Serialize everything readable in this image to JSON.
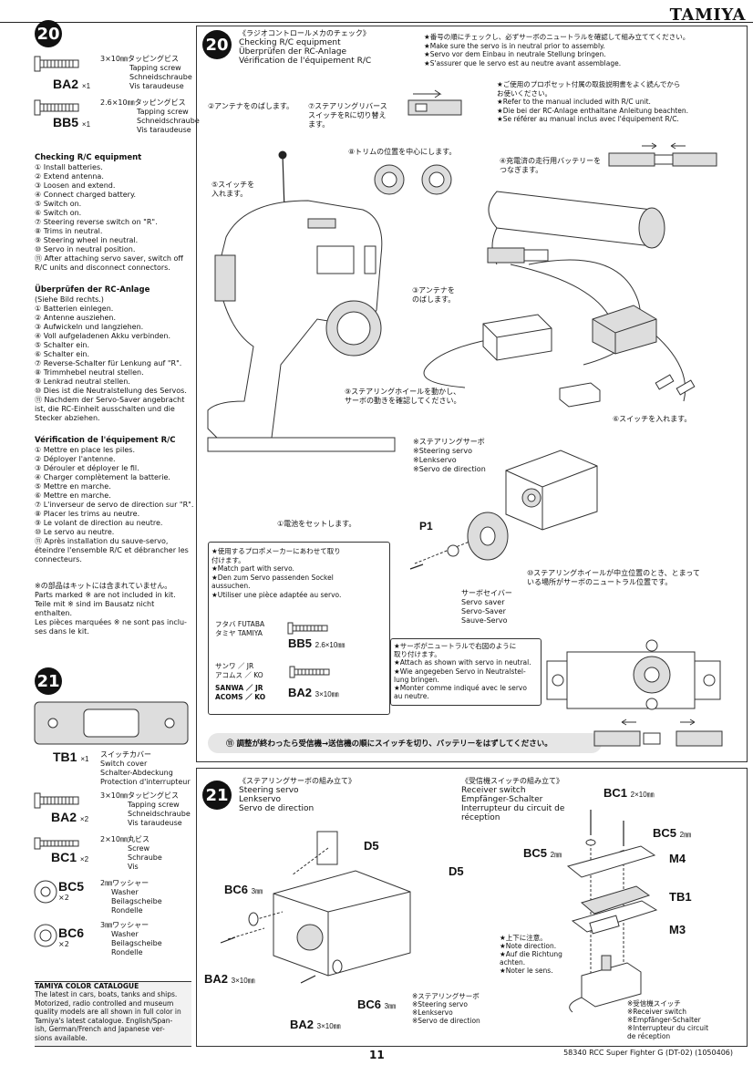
{
  "brand": "TAMIYA",
  "left": {
    "step20": {
      "number": "20",
      "ba2": {
        "spec_jp": "3×10㎜タッピングビス",
        "spec_en": "Tapping screw",
        "spec_de": "Schneidschraube",
        "spec_fr": "Vis taraudeuse",
        "code": "BA2",
        "qty": "×1"
      },
      "bb5": {
        "spec_jp": "2.6×10㎜タッピングビス",
        "spec_en": "Tapping screw",
        "spec_de": "Schneidschraube",
        "spec_fr": "Vis taraudeuse",
        "code": "BB5",
        "qty": "×1"
      },
      "en_title": "Checking R/C equipment",
      "en_steps": [
        "① Install batteries.",
        "② Extend antenna.",
        "③ Loosen and extend.",
        "④ Connect charged battery.",
        "⑤ Switch on.",
        "⑥ Switch on.",
        "⑦ Steering reverse switch on \"R\".",
        "⑧ Trims in neutral.",
        "⑨ Steering wheel in neutral.",
        "⑩ Servo in neutral position.",
        "⑪ After attaching servo saver, switch off",
        "R/C units and disconnect connectors."
      ],
      "de_title": "Überprüfen der RC-Anlage",
      "de_sub": "(Siehe Bild rechts.)",
      "de_steps": [
        "① Batterien einlegen.",
        "② Antenne ausziehen.",
        "③ Aufwickeln und langziehen.",
        "④ Voll aufgeladenen Akku verbinden.",
        "⑤ Schalter ein.",
        "⑥ Schalter ein.",
        "⑦ Reverse-Schalter für Lenkung auf \"R\".",
        "⑧ Trimmhebel neutral stellen.",
        "⑨ Lenkrad neutral stellen.",
        "⑩ Dies ist die Neutralstellung des Servos.",
        "⑪ Nachdem der Servo-Saver angebracht",
        "ist, die RC-Einheit ausschalten und die",
        "Stecker abziehen."
      ],
      "fr_title": "Vérification de l'équipement R/C",
      "fr_steps": [
        "① Mettre en place les piles.",
        "② Déployer l'antenne.",
        "③ Dérouler et déployer le fil.",
        "④ Charger complètement la batterie.",
        "⑤ Mettre en marche.",
        "⑥ Mettre en marche.",
        "⑦ L'inverseur de servo de direction sur \"R\".",
        "⑧ Placer les trims au neutre.",
        "⑨ Le volant de direction au neutre.",
        "⑩ Le servo au neutre.",
        "⑪ Après installation du sauve-servo,",
        "éteindre l'ensemble R/C et débrancher les",
        "connecteurs."
      ],
      "note": [
        "※の部品はキットには含まれていません。",
        "Parts marked ※ are not included in kit.",
        "Teile mit ※ sind im Bausatz nicht enthalten.",
        "Les pièces marquées ※ ne sont pas inclu-",
        "ses dans le kit."
      ]
    },
    "step21": {
      "number": "21",
      "tb1": {
        "code": "TB1",
        "qty": "×1",
        "jp": "スイッチカバー",
        "en": "Switch cover",
        "de": "Schalter-Abdeckung",
        "fr": "Protection d'interrupteur"
      },
      "ba2": {
        "code": "BA2",
        "qty": "×2",
        "jp": "3×10㎜タッピングビス",
        "en": "Tapping screw",
        "de": "Schneidschraube",
        "fr": "Vis taraudeuse"
      },
      "bc1": {
        "code": "BC1",
        "qty": "×2",
        "jp": "2×10㎜丸ビス",
        "en": "Screw",
        "de": "Schraube",
        "fr": "Vis"
      },
      "bc5": {
        "code": "BC5",
        "qty": "×2",
        "jp": "2㎜ワッシャー",
        "en": "Washer",
        "de": "Beilagscheibe",
        "fr": "Rondelle"
      },
      "bc6": {
        "code": "BC6",
        "qty": "×2",
        "jp": "3㎜ワッシャー",
        "en": "Washer",
        "de": "Beilagscheibe",
        "fr": "Rondelle"
      },
      "catalogue": {
        "title": "TAMIYA COLOR CATALOGUE",
        "lines": [
          "The latest in cars, boats, tanks and ships.",
          "Motorized, radio controlled and museum",
          "quality models are all shown in full color in",
          "Tamiya's latest catalogue. English/Span-",
          "ish, German/French and Japanese ver-",
          "sions available."
        ]
      }
    }
  },
  "main20": {
    "number": "20",
    "title_jp": "《ラジオコントロールメカのチェック》",
    "title_en": "Checking R/C equipment",
    "title_de": "Überprüfen der RC-Anlage",
    "title_fr": "Vérification de l'équipement R/C",
    "warn": [
      "★番号の順にチェックし、必ずサーボのニュートラルを確認して組み立ててください。",
      "★Make sure the servo is in neutral prior to assembly.",
      "★Servo vor dem Einbau in neutrale Stellung bringen.",
      "★S'assurer que le servo est au neutre avant assemblage."
    ],
    "manual": [
      "★ご使用のプロポセット付属の取扱説明書をよく読んでから",
      "お使いください。",
      "★Refer to the manual included with R/C unit.",
      "★Die bei der RC-Anlage enthaltane Anleitung beachten.",
      "★Se référer au manual inclus avec l'équipement R/C."
    ],
    "c2": "②アンテナをのばします。",
    "c7": [
      "⑦ステアリングリバース",
      "スイッチをRに切り替え",
      "ます。"
    ],
    "c8": "⑧トリムの位置を中心にします。",
    "c5": [
      "⑤スイッチを",
      "入れます。"
    ],
    "c4": [
      "④充電済の走行用バッテリーを",
      "つなぎます。"
    ],
    "c3": [
      "③アンテナを",
      "のばします。"
    ],
    "c9": [
      "⑨ステアリングホイールを動かし、",
      "サーボの動きを確認してください。"
    ],
    "c6": "⑥スイッチを入れます。",
    "c1": "①電池をセットします。",
    "servo_label": [
      "※ステアリングサーボ",
      "※Steering servo",
      "※Lenkservo",
      "※Servo de direction"
    ],
    "p1": "P1",
    "saver": [
      "サーボセイバー",
      "Servo saver",
      "Servo-Saver",
      "Sauve-Servo"
    ],
    "c10": [
      "⑩ステアリングホイールが中立位置のとき、とまって",
      "いる場所がサーボのニュートラル位置です。"
    ],
    "match": [
      "★使用するプロポメーカーにあわせて取り",
      "付けます。",
      "★Match part with servo.",
      "★Den zum Servo passenden Sockel",
      "aussuchen.",
      "★Utiliser une pièce adaptée au servo."
    ],
    "futaba": "フタバ  FUTABA",
    "tamiya": "タミヤ  TAMIYA",
    "bb5": "BB5",
    "bb5size": "2.6×10㎜",
    "sanwa_jp": "サンワ ／ JR",
    "acoms_jp": "アコムス ／ KO",
    "sanwa": "SANWA ／ JR",
    "acoms": "ACOMS ／ KO",
    "ba2": "BA2",
    "ba2size": "3×10㎜",
    "attach": [
      "★サーボがニュートラルで右図のように",
      "取り付けます。",
      "★Attach as shown with servo in neutral.",
      "★Wie angegeben Servo in Neutralstel-",
      "lung bringen.",
      "★Monter comme indiqué avec le servo",
      "au neutre."
    ],
    "banner": "⑪ 調整が終わったら受信機→送信機の順にスイッチを切り、バッテリーをはずしてください。"
  },
  "main21": {
    "number": "21",
    "left_jp": "《ステアリングサーボの組み立て》",
    "left_en": "Steering servo",
    "left_de": "Lenkservo",
    "left_fr": "Servo de direction",
    "right_jp": "《受信機スイッチの組み立て》",
    "right_en": "Receiver switch",
    "right_de": "Empfänger-Schalter",
    "right_fr": [
      "Interrupteur du circuit de",
      "réception"
    ],
    "d5": "D5",
    "bc6": "BC6",
    "mm3": "3㎜",
    "ba2": "BA2",
    "ba2size": "3×10㎜",
    "servo": [
      "※ステアリングサーボ",
      "※Steering servo",
      "※Lenkservo",
      "※Servo de direction"
    ],
    "bc1": "BC1",
    "bc1size": "2×10㎜",
    "bc5": "BC5",
    "mm2": "2㎜",
    "m4": "M4",
    "tb1": "TB1",
    "m3": "M3",
    "dir": [
      "★上下に注意。",
      "★Note direction.",
      "★Auf die Richtung",
      "achten.",
      "★Noter le sens."
    ],
    "switch": [
      "※受信機スイッチ",
      "※Receiver switch",
      "※Empfänger-Schalter",
      "※Interrupteur du circuit",
      "de réception"
    ]
  },
  "footer": {
    "page": "11",
    "code": "58340 RCC Super Fighter G (DT-02) (1050406)"
  }
}
